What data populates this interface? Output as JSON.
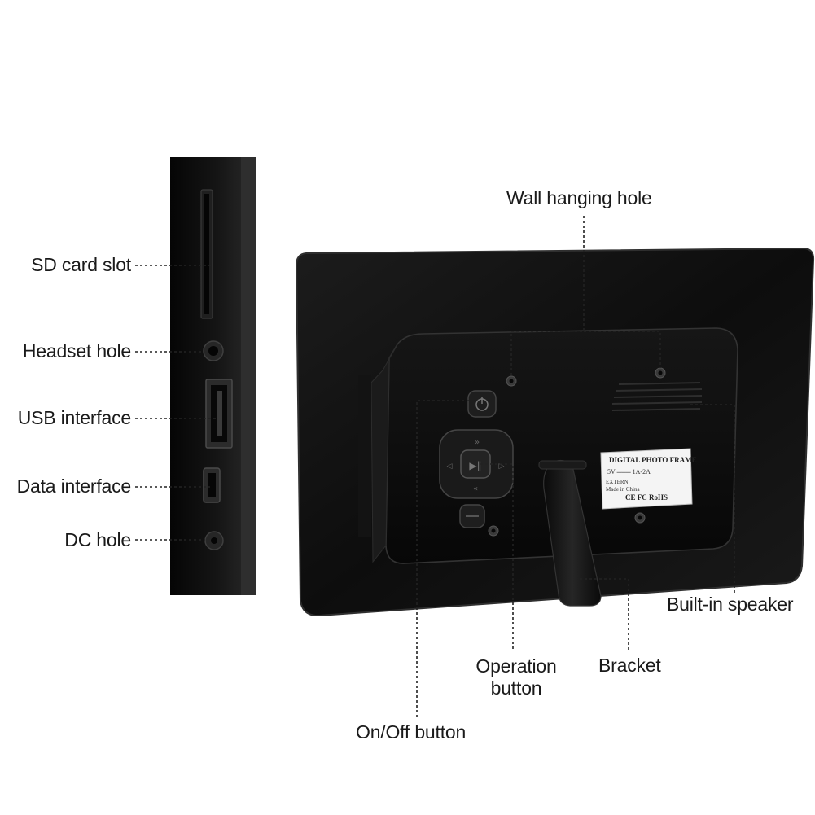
{
  "labels": {
    "sd_card_slot": "SD card slot",
    "headset_hole": "Headset hole",
    "usb_interface": "USB interface",
    "data_interface": "Data interface",
    "dc_hole": "DC hole",
    "wall_hanging_hole": "Wall hanging hole",
    "built_in_speaker": "Built-in speaker",
    "operation_button_line1": "Operation",
    "operation_button_line2": "button",
    "bracket": "Bracket",
    "on_off_button": "On/Off button"
  },
  "sticker": {
    "title": "DIGITAL PHOTO FRAME",
    "power": "5V ═══ 1A-2A",
    "extern": "EXTERN",
    "made_in": "Made in China",
    "marks": "CE  FC  RoHS"
  },
  "colors": {
    "frame_body": "#0e0e0e",
    "frame_edge": "#2a2a2a",
    "leader_line": "#222222",
    "label_text": "#1a1a1a"
  }
}
